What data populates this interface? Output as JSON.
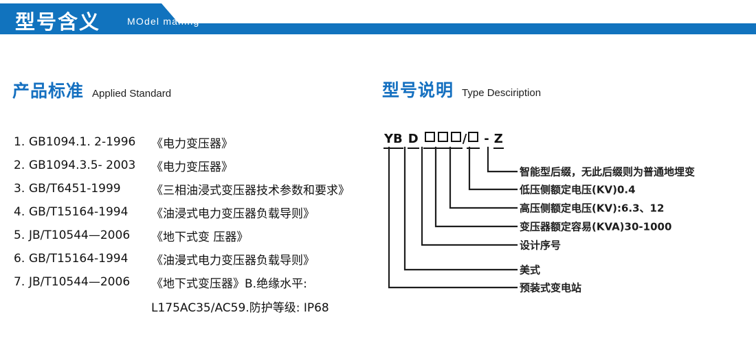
{
  "banner": {
    "title_cn": "型号含义",
    "title_en": "MOdel maning",
    "color": "#1173be"
  },
  "sections": {
    "left": {
      "cn": "产品标准",
      "en": "Applied Standard"
    },
    "right": {
      "cn": "型号说明",
      "en": "Type Desciription"
    },
    "accent_color": "#1570c0"
  },
  "standards": [
    {
      "num": "1.",
      "code": "GB1094.1. 2-1996",
      "name": "《电力变压器》"
    },
    {
      "num": "2.",
      "code": "GB1094.3.5- 2003",
      "name": "《电力变压器》"
    },
    {
      "num": "3.",
      "code": "GB/T6451-1999",
      "name": "《三相油浸式变压器技术参数和要求》"
    },
    {
      "num": "4.",
      "code": "GB/T15164-1994",
      "name": "《油浸式电力变压器负载导则》"
    },
    {
      "num": "5.",
      "code": "JB/T10544—2006",
      "name": "《地下式变 压器》"
    },
    {
      "num": "6.",
      "code": "GB/T15164-1994",
      "name": "《油漫式电力变压器负载导则》"
    },
    {
      "num": "7.",
      "code": "JB/T10544—2006",
      "name": "《地下式变压器》B.绝缘水平:"
    }
  ],
  "standards_continuation": "L175AC35/AC59.防护等级: IP68",
  "model_code": {
    "seg1": "YB",
    "seg2": "D",
    "slash": "/",
    "dash": "-",
    "seg_z": "Z",
    "box": "□"
  },
  "callouts": [
    {
      "text": "智能型后缀，无此后缀则为普通地埋变"
    },
    {
      "text": "低压侧额定电压(KV)0.4"
    },
    {
      "text": "高压侧额定电压(KV):6.3、12"
    },
    {
      "text": "变压器额定容易(KVA)30-1000"
    },
    {
      "text": "设计序号"
    },
    {
      "text": "美式"
    },
    {
      "text": "预装式变电站"
    }
  ]
}
